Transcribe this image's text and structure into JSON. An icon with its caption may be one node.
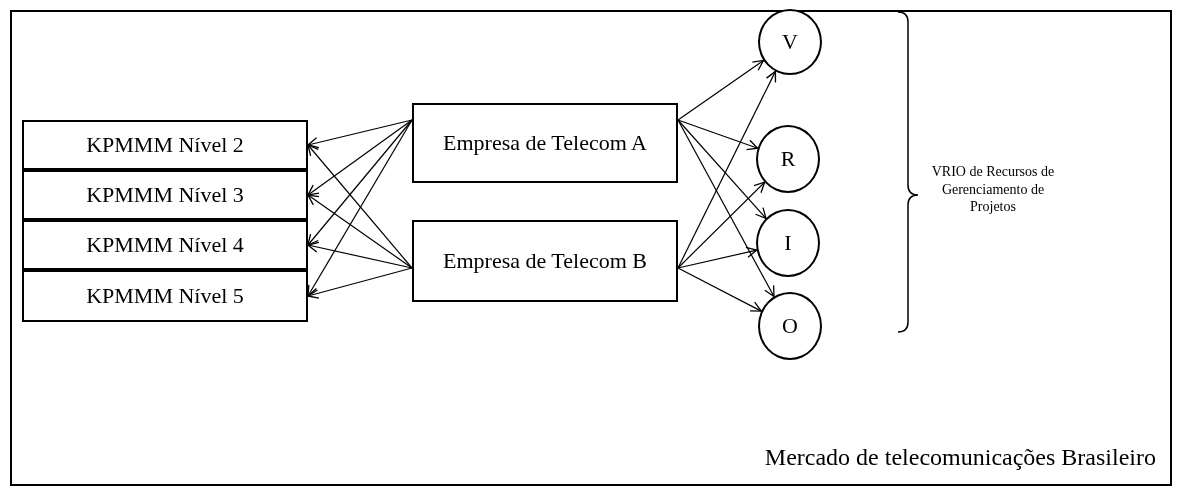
{
  "diagram": {
    "nodes": [
      {
        "text": [
          "Mercado de telecomunicações Brasileiro"
        ]
      },
      {
        "text": [
          "KPMMM Nível 2"
        ],
        "in": 0
      },
      {
        "text": [
          "KPMMM Nível 3"
        ],
        "in": 0
      },
      {
        "text": [
          "KPMMM Nível 4"
        ],
        "in": 0
      },
      {
        "text": [
          "KPMMM Nível 5"
        ],
        "in": 0
      },
      {
        "text": [
          "Empresa de Telecom A"
        ],
        "in": 0
      },
      {
        "text": [
          "Empresa de Telecom B"
        ],
        "in": 0
      },
      {
        "text": [
          "V"
        ],
        "in": 0
      },
      {
        "text": [
          "R"
        ],
        "in": 0
      },
      {
        "text": [
          "I"
        ],
        "in": 0
      },
      {
        "text": [
          "O"
        ],
        "in": 0
      }
    ],
    "edges": [
      {
        "from": 5,
        "to": 1,
        "arrow": "to"
      },
      {
        "from": 5,
        "to": 2,
        "arrow": "to"
      },
      {
        "from": 5,
        "to": 3,
        "arrow": "to"
      },
      {
        "from": 5,
        "to": 4,
        "arrow": "to"
      },
      {
        "from": 6,
        "to": 1,
        "arrow": "to"
      },
      {
        "from": 6,
        "to": 2,
        "arrow": "to"
      },
      {
        "from": 6,
        "to": 3,
        "arrow": "to"
      },
      {
        "from": 6,
        "to": 4,
        "arrow": "to"
      },
      {
        "from": 5,
        "to": 7,
        "arrow": "to"
      },
      {
        "from": 5,
        "to": 8,
        "arrow": "to"
      },
      {
        "from": 5,
        "to": 9,
        "arrow": "to"
      },
      {
        "from": 5,
        "to": 10,
        "arrow": "to"
      },
      {
        "from": 6,
        "to": 7,
        "arrow": "to"
      },
      {
        "from": 6,
        "to": 8,
        "arrow": "to"
      },
      {
        "from": 6,
        "to": 9,
        "arrow": "to"
      },
      {
        "from": 6,
        "to": 10,
        "arrow": "to"
      }
    ],
    "labels": [
      "VRIO de Recursos de Gerenciamento de Projetos"
    ]
  }
}
